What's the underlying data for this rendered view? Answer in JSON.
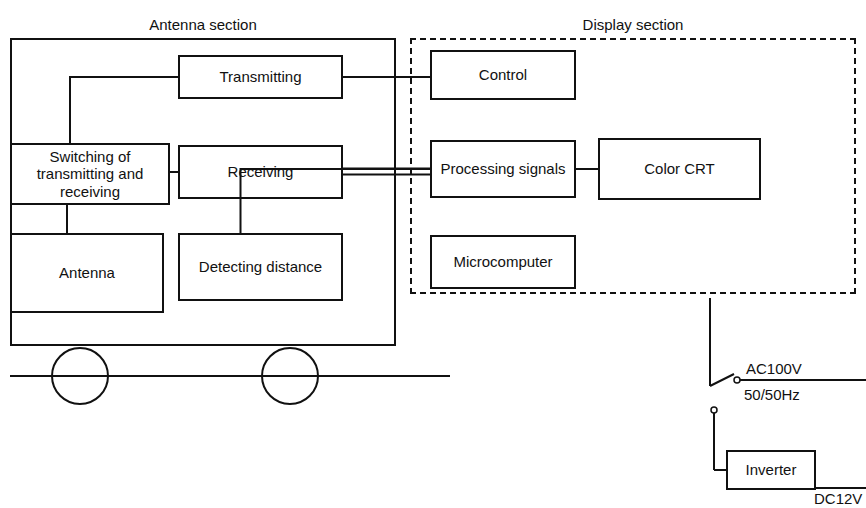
{
  "diagram": {
    "nodes": [
      {
        "text": [
          "Antenna section"
        ]
      },
      {
        "text": [
          "Transmitting"
        ],
        "in": 0
      },
      {
        "text": [
          "Switching of transmitting and receiving"
        ],
        "in": 0
      },
      {
        "text": [
          "Receiving"
        ],
        "in": 0
      },
      {
        "text": [
          "Antenna"
        ],
        "in": 0
      },
      {
        "text": [
          "Detecting distance"
        ],
        "in": 0
      },
      {
        "text": [
          "Display section"
        ]
      },
      {
        "text": [
          "Control"
        ],
        "in": 6
      },
      {
        "text": [
          "Processing signals"
        ],
        "in": 6
      },
      {
        "text": [
          "Color CRT"
        ],
        "in": 6
      },
      {
        "text": [
          "Microcomputer"
        ],
        "in": 6
      },
      {
        "text": [
          "Inverter"
        ]
      }
    ],
    "edges": [
      {
        "from": 1,
        "to": 7,
        "arrow": "none"
      },
      {
        "from": 2,
        "to": 1,
        "arrow": "none"
      },
      {
        "from": 2,
        "to": 3,
        "arrow": "none"
      },
      {
        "from": 2,
        "to": 4,
        "arrow": "none"
      },
      {
        "from": 3,
        "to": 8,
        "arrow": "none"
      },
      {
        "from": 5,
        "to": 8,
        "arrow": "none"
      },
      {
        "from": 8,
        "to": 9,
        "arrow": "none"
      }
    ],
    "labels": [
      "AC100V",
      "50/50Hz",
      "DC12V"
    ]
  }
}
